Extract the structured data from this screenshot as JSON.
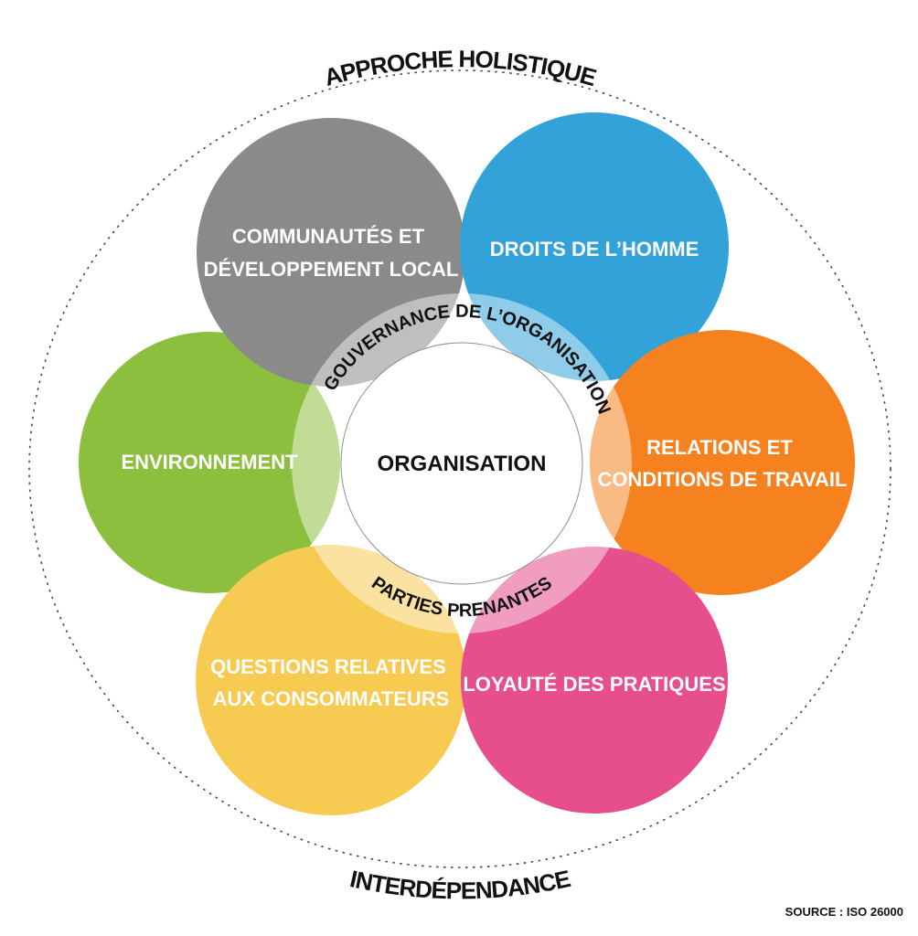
{
  "diagram": {
    "outer_top_label": "APPROCHE HOLISTIQUE",
    "outer_bottom_label": "INTERDÉPENDANCE",
    "inner_top_label": "GOUVERNANCE DE L’ORGANISATION",
    "inner_bottom_label": "PARTIES PRENANTES",
    "center_label": "ORGANISATION",
    "source": "SOURCE : ISO 26000"
  },
  "petals": [
    {
      "name": "communautes-et-developpement-local",
      "color": "#8a8a8a",
      "lines": [
        "COMMUNAUTÉS ET",
        "DÉVELOPPEMENT LOCAL"
      ]
    },
    {
      "name": "droits-de-l-homme",
      "color": "#32a2d8",
      "lines": [
        "DROITS DE L’HOMME"
      ]
    },
    {
      "name": "environnement",
      "color": "#8dbf3f",
      "lines": [
        "ENVIRONNEMENT"
      ]
    },
    {
      "name": "relations-et-conditions-de-travail",
      "color": "#f5821f",
      "lines": [
        "RELATIONS ET",
        "CONDITIONS DE TRAVAIL"
      ]
    },
    {
      "name": "questions-relatives-aux-consommateurs",
      "color": "#f7ca52",
      "lines": [
        "QUESTIONS RELATIVES",
        "AUX CONSOMMATEURS"
      ]
    },
    {
      "name": "loyaute-des-pratiques",
      "color": "#e64e8c",
      "lines": [
        "LOYAUTÉ DES PRATIQUES"
      ]
    }
  ],
  "colors": {
    "background": "#ffffff",
    "dark_text": "#111111",
    "petal_text": "#ffffff",
    "dotted_ring": "#444444",
    "center_circle_stroke": "#909090"
  }
}
